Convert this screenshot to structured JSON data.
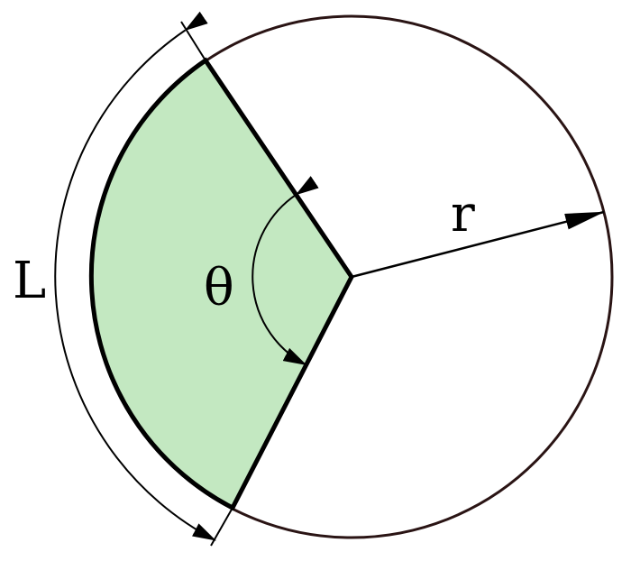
{
  "diagram": {
    "title": "Circular sector",
    "labels": {
      "arc_length": "L",
      "angle": "θ",
      "radius": "r"
    },
    "colors": {
      "sector_fill": "#c3e8c1",
      "circle_stroke": "#2a1414",
      "line": "#000000"
    }
  }
}
